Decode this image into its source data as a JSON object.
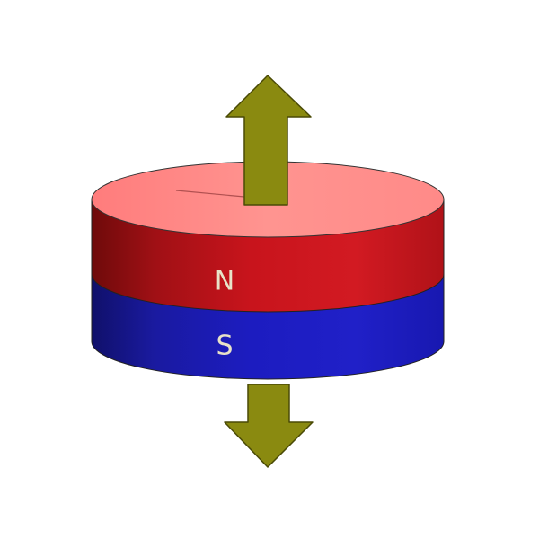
{
  "magnet": {
    "north_label": "N",
    "south_label": "S",
    "colors": {
      "north_top": "#ff8c8a",
      "north_side": "#c8141c",
      "south_side": "#1a1ab8",
      "arrow_fill": "#8a8a10",
      "arrow_stroke": "#4a4a06",
      "outline": "#222222"
    }
  },
  "arrows": {
    "top_direction": "up",
    "bottom_direction": "down"
  }
}
